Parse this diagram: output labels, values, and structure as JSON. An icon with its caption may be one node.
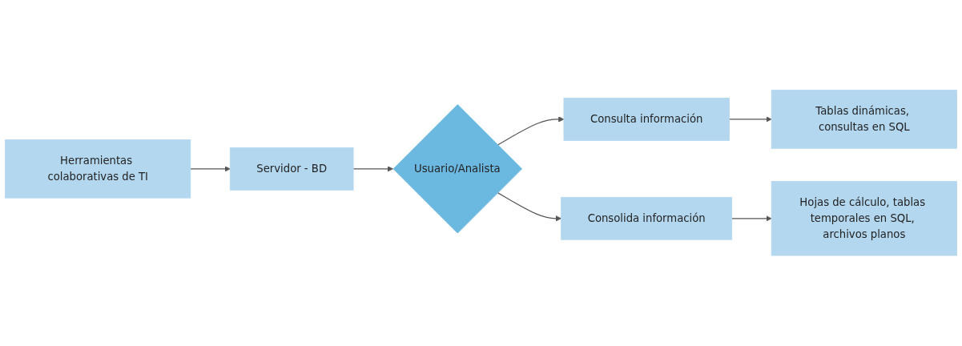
{
  "diagram": {
    "nodes": [
      {
        "text": [
          "Herramientas colaborativas de TI"
        ]
      },
      {
        "text": [
          "Servidor - BD"
        ]
      },
      {
        "text": [
          "Usuario/Analista"
        ]
      },
      {
        "text": [
          "Consulta información"
        ]
      },
      {
        "text": [
          "Tablas dinámicas, consultas en SQL"
        ]
      },
      {
        "text": [
          "Consolida información"
        ]
      },
      {
        "text": [
          "Hojas de cálculo, tablas temporales en SQL, archivos planos"
        ]
      }
    ],
    "edges": [
      {
        "from": 0,
        "to": 1,
        "arrow": "to"
      },
      {
        "from": 1,
        "to": 2,
        "arrow": "to"
      },
      {
        "from": 2,
        "to": 3,
        "arrow": "to"
      },
      {
        "from": 3,
        "to": 4,
        "arrow": "to"
      },
      {
        "from": 2,
        "to": 5,
        "arrow": "to"
      },
      {
        "from": 5,
        "to": 6,
        "arrow": "to"
      }
    ]
  }
}
